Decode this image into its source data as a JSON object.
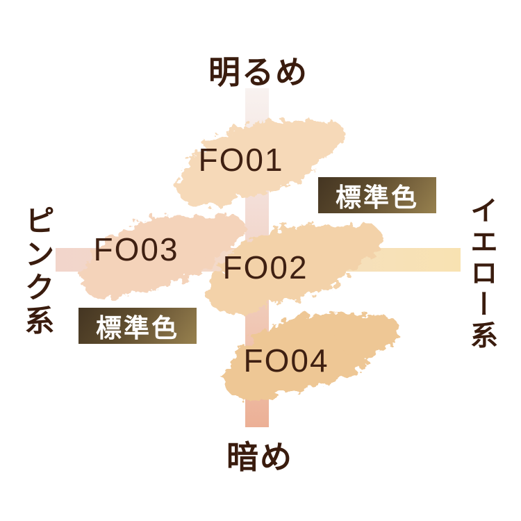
{
  "page": {
    "background": "#ffffff",
    "text_color": "#3a1c0e"
  },
  "axes": {
    "top_label": "明るめ",
    "bottom_label": "暗め",
    "left_label": "ピンク系",
    "right_label": "イエロー系",
    "vertical_band": {
      "top_color": "#f8f2f0",
      "bottom_color": "#ecb096"
    },
    "horizontal_band": {
      "left_color": "#f2d5cb",
      "right_color": "#f8e2b2"
    }
  },
  "swatches": [
    {
      "id": "fo01",
      "label": "FO01",
      "color": "#f6d9b8",
      "position": "top-center",
      "tone": "brighter"
    },
    {
      "id": "fo02",
      "label": "FO02",
      "color": "#f3d2a9",
      "position": "center",
      "standard": true
    },
    {
      "id": "fo03",
      "label": "FO03",
      "color": "#f4d3ba",
      "position": "left",
      "standard": true
    },
    {
      "id": "fo04",
      "label": "FO04",
      "color": "#eec795",
      "position": "bottom-center",
      "tone": "darker"
    }
  ],
  "badges": {
    "standard_label": "標準色",
    "text_color": "#ffffff",
    "gradient_start": "#443522",
    "gradient_end": "#97814e"
  }
}
